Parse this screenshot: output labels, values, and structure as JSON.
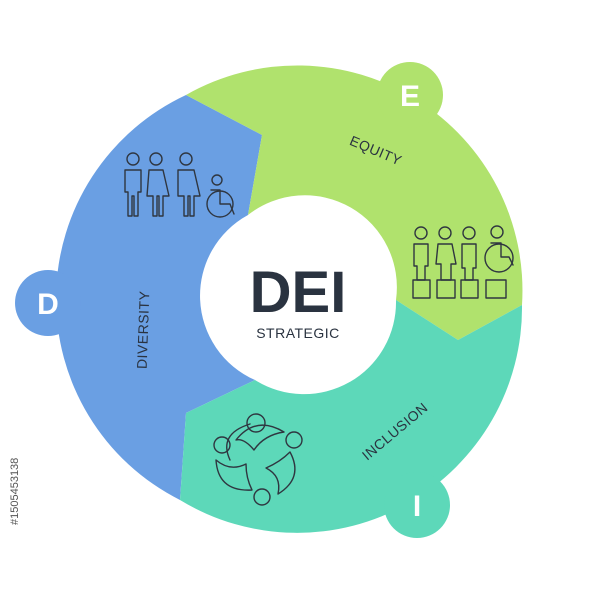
{
  "center": {
    "title": "DEI",
    "subtitle": "STRATEGIC"
  },
  "segments": [
    {
      "id": "equity",
      "letter": "E",
      "label": "EQUITY",
      "color": "#b0e26d",
      "icon": "equity-people-on-steps-icon"
    },
    {
      "id": "inclusion",
      "letter": "I",
      "label": "INCLUSION",
      "color": "#5dd8b9",
      "icon": "people-circle-icon"
    },
    {
      "id": "diversity",
      "letter": "D",
      "label": "DIVERSITY",
      "color": "#6a9fe3",
      "icon": "diverse-people-group-icon"
    }
  ],
  "side_text": "#1505453138"
}
